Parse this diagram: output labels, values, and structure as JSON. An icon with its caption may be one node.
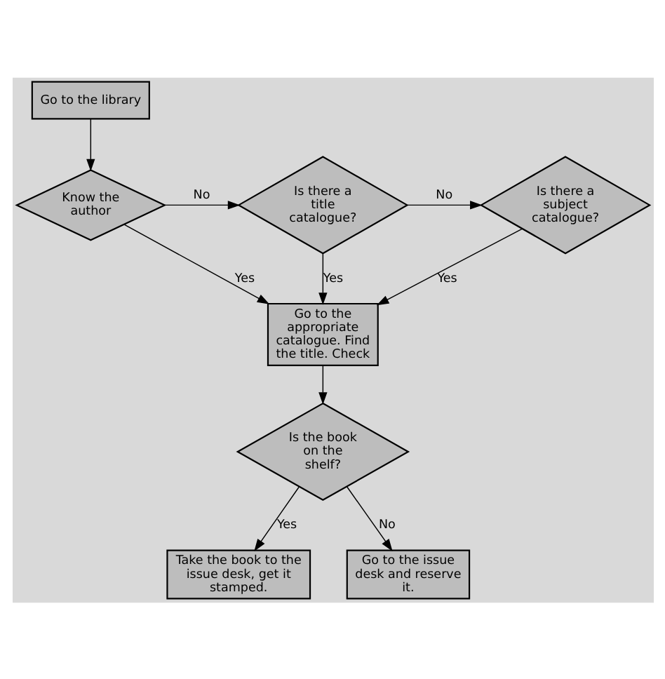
{
  "diagram": {
    "nodes": [
      {
        "text": [
          "Go to the library"
        ]
      },
      {
        "text": [
          "Know the author"
        ]
      },
      {
        "text": [
          "Is there a title catalogue?"
        ]
      },
      {
        "text": [
          "Is there a subject catalogue?"
        ]
      },
      {
        "text": [
          "Go to the appropriate catalogue. Find the title. Check"
        ]
      },
      {
        "text": [
          "Is the book on the shelf?"
        ]
      },
      {
        "text": [
          "Take the book to the issue desk, get it stamped."
        ]
      },
      {
        "text": [
          "Go to the issue desk and reserve it."
        ]
      }
    ],
    "edges": [
      {
        "from": 0,
        "to": 1,
        "arrow": "to"
      },
      {
        "from": 1,
        "to": 2,
        "arrow": "to",
        "label": "No"
      },
      {
        "from": 2,
        "to": 3,
        "arrow": "to",
        "label": "No"
      },
      {
        "from": 1,
        "to": 4,
        "arrow": "to",
        "label": "Yes"
      },
      {
        "from": 2,
        "to": 4,
        "arrow": "to",
        "label": "Yes"
      },
      {
        "from": 3,
        "to": 4,
        "arrow": "to",
        "label": "Yes"
      },
      {
        "from": 4,
        "to": 5,
        "arrow": "to"
      },
      {
        "from": 5,
        "to": 6,
        "arrow": "to",
        "label": "Yes"
      },
      {
        "from": 5,
        "to": 7,
        "arrow": "to",
        "label": "No"
      }
    ]
  }
}
